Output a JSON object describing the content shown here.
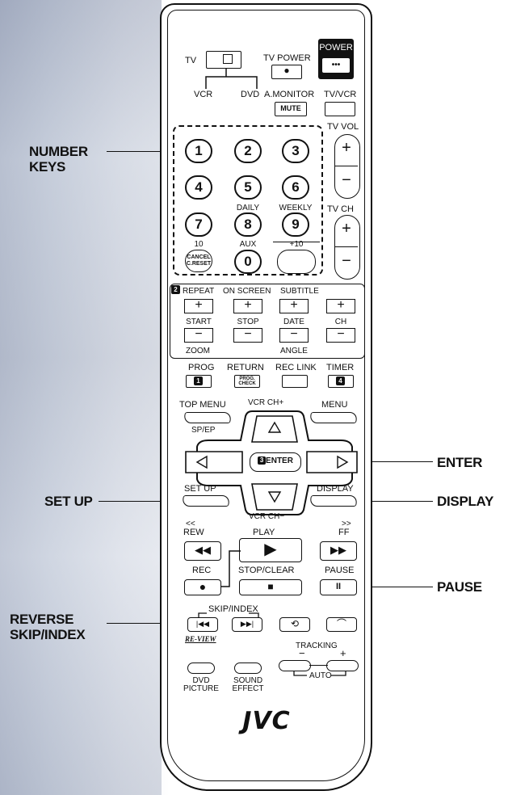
{
  "labels": {
    "number_keys": "NUMBER\nKEYS",
    "enter": "ENTER",
    "set_up": "SET UP",
    "display": "DISPLAY",
    "pause": "PAUSE",
    "reverse_skip": "REVERSE\nSKIP/INDEX"
  },
  "remote": {
    "tv": "TV",
    "tv_power": "TV POWER",
    "power": "POWER",
    "power_dots": "•••",
    "vcr": "VCR",
    "dvd": "DVD",
    "a_monitor": "A.MONITOR",
    "mute": "MUTE",
    "tv_vcr": "TV/VCR",
    "tv_vol": "TV VOL",
    "tv_ch": "TV CH",
    "keys": [
      "1",
      "2",
      "3",
      "4",
      "5",
      "6",
      "7",
      "8",
      "9",
      "0"
    ],
    "daily": "DAILY",
    "weekly": "WEEKLY",
    "ten": "10",
    "cancel": "CANCEL",
    "creset": "C.RESET",
    "aux": "AUX",
    "plus10": "+10",
    "num2": "2",
    "repeat": "REPEAT",
    "on_screen": "ON SCREEN",
    "subtitle": "SUBTITLE",
    "start": "START",
    "stop": "STOP",
    "date": "DATE",
    "ch": "CH",
    "zoom": "ZOOM",
    "angle": "ANGLE",
    "prog": "PROG",
    "return": "RETURN",
    "rec_link": "REC LINK",
    "timer": "TIMER",
    "prog_num": "1",
    "prog_check": "PROG.\nCHECK",
    "timer_num": "4",
    "top_menu": "TOP MENU",
    "menu": "MENU",
    "sp_ep": "SP/EP",
    "vcr_ch_plus": "VCR CH+",
    "vcr_ch_minus": "VCR CH−",
    "enter_num": "3",
    "enter_text": "ENTER",
    "setup_btn": "SET UP",
    "display_btn": "DISPLAY",
    "rew_arrows": "<<",
    "rew": "REW",
    "ff_arrows": ">>",
    "ff": "FF",
    "play": "PLAY",
    "rec": "REC",
    "stop_clear": "STOP/CLEAR",
    "pause_btn": "PAUSE",
    "skip_index": "SKIP/INDEX",
    "review": "RE-VIEW",
    "tracking": "TRACKING",
    "auto": "AUTO",
    "minus": "−",
    "plus": "+",
    "dvd_picture": "DVD\nPICTURE",
    "sound_effect": "SOUND\nEFFECT",
    "brand": "JVC"
  },
  "colors": {
    "ink": "#111111",
    "power_bg": "#111111"
  }
}
